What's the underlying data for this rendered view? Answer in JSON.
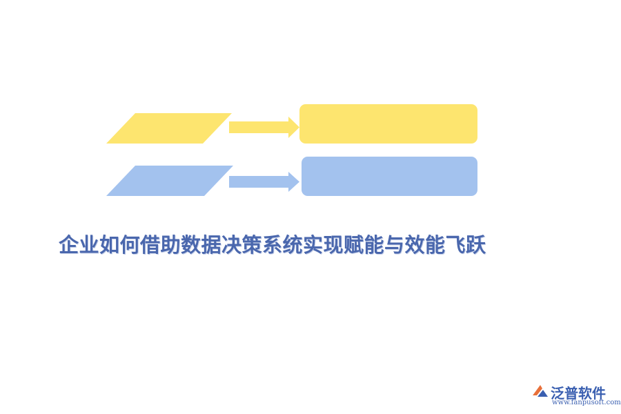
{
  "title": "企业如何借助数据决策系统实现赋能与效能飞跃",
  "rows": [
    {
      "color": "#fde56f",
      "parallelogram_label": "",
      "box_label": ""
    },
    {
      "color": "#a3c2ee",
      "parallelogram_label": "",
      "box_label": ""
    }
  ],
  "logo": {
    "name": "泛普软件",
    "url": "www.fanpusoft.com",
    "mark_colors": [
      "#e8703a",
      "#3a5fb0"
    ]
  }
}
